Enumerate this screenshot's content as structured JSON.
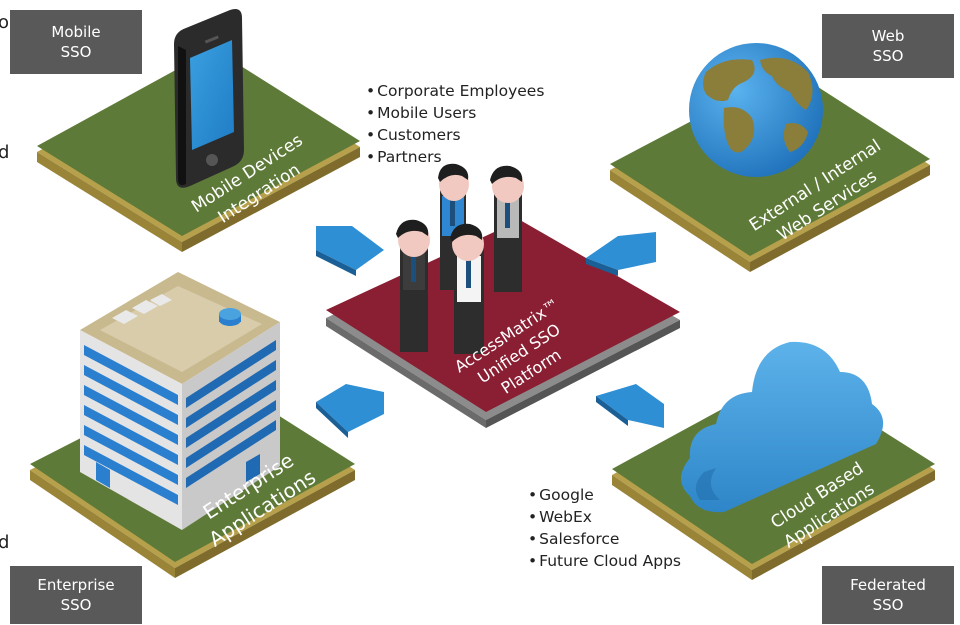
{
  "corner_labels": {
    "mobile": [
      "Mobile",
      "SSO"
    ],
    "web": [
      "Web",
      "SSO"
    ],
    "enterprise": [
      "Enterprise",
      "SSO"
    ],
    "federated": [
      "Federated",
      "SSO"
    ]
  },
  "tiles": {
    "mobile": [
      "Mobile Devices",
      "Integration"
    ],
    "web": [
      "External / Internal",
      "Web Services"
    ],
    "enterprise": [
      "Enterprise",
      "Applications"
    ],
    "cloud": [
      "Cloud Based",
      "Applications"
    ]
  },
  "platform": [
    "AccessMatrix™",
    "Unified SSO",
    "Platform"
  ],
  "user_bullets": [
    "Corporate Employees",
    "Mobile Users",
    "Customers",
    "Partners"
  ],
  "cloud_bullets": [
    "Google",
    "WebEx",
    "Salesforce",
    "Future Cloud Apps"
  ],
  "edge_glyphs": [
    "o",
    "d",
    "d"
  ],
  "colors": {
    "tile_top": "#5e7a38",
    "tile_side": "#a08a3c",
    "platform_top": "#8a1e32",
    "label_box": "#595959",
    "arrow": "#2f8fd4",
    "building_window": "#2a7fcf",
    "cloud": "#4aa3de",
    "globe_ocean": "#2f87d2",
    "globe_land": "#8b7d3a"
  },
  "icons": [
    "smartphone-icon",
    "globe-icon",
    "office-building-icon",
    "cloud-icon",
    "user-figure-icon",
    "arrow-icon"
  ]
}
